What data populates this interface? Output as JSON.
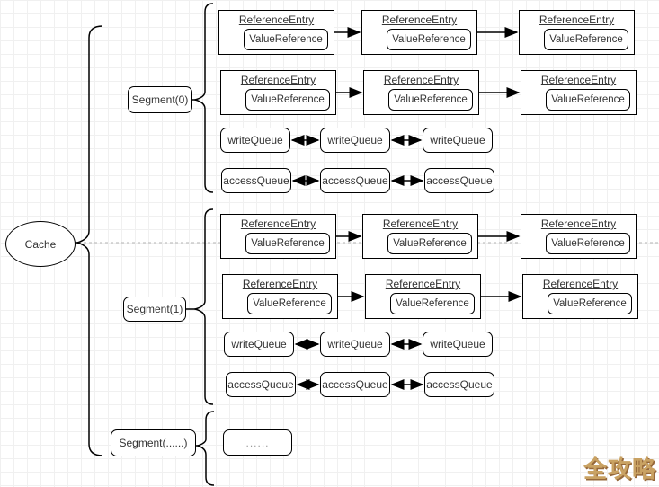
{
  "diagram": {
    "root": {
      "label": "Cache"
    },
    "segments": [
      {
        "label": "Segment(0)"
      },
      {
        "label": "Segment(1)"
      },
      {
        "label": "Segment(......)"
      }
    ],
    "entry_label": "ReferenceEntry",
    "value_label": "ValueReference",
    "write_queue_label": "writeQueue",
    "access_queue_label": "accessQueue",
    "ellipsis_label": "......",
    "watermark": {
      "text": "全攻略",
      "color": "#c9a263",
      "shadow_color": "#96683a"
    },
    "colors": {
      "stroke": "#000000",
      "dashed_line": "#b3b3b3",
      "grid_line": "#f0f0f0",
      "background": "#ffffff",
      "ellipsis_text": "#999999"
    }
  }
}
